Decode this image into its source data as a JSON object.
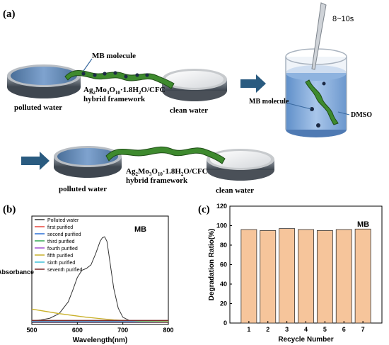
{
  "panel_a": {
    "label": "(a)",
    "mb_molecule_label": "MB molecule",
    "framework_line1_prefix": "Ag",
    "framework_line1_sub1": "2",
    "framework_line1_mid": "Mo",
    "framework_line1_sub2": "3",
    "framework_line1_o": "O",
    "framework_line1_sub3": "10",
    "framework_line1_dot": "·1.8H",
    "framework_line1_sub4": "2",
    "framework_line1_suffix": "O/CFC",
    "framework_line2": "hybrid framework",
    "polluted_water": "polluted water",
    "clean_water": "clean water",
    "time_label": "8~10s",
    "beaker_mb_label": "MB molecule",
    "dmso_label": "DMSO"
  },
  "panel_b": {
    "label": "(b)",
    "title": "MB",
    "chart_data": {
      "type": "line",
      "xlabel": "Wavelength(nm)",
      "ylabel": "Absorbance",
      "xlim": [
        500,
        800
      ],
      "xticks": [
        "500",
        "600",
        "700",
        "800"
      ],
      "ylim": [
        0,
        1.2
      ],
      "series": [
        {
          "name": "Polluted water",
          "color": "#333333",
          "x": [
            500,
            520,
            540,
            560,
            580,
            590,
            600,
            610,
            620,
            630,
            640,
            650,
            655,
            660,
            665,
            670,
            680,
            690,
            700,
            720,
            740,
            760,
            800
          ],
          "y": [
            0.04,
            0.05,
            0.07,
            0.12,
            0.25,
            0.38,
            0.52,
            0.6,
            0.62,
            0.66,
            0.78,
            0.92,
            0.96,
            0.97,
            0.92,
            0.75,
            0.4,
            0.18,
            0.08,
            0.03,
            0.02,
            0.02,
            0.02
          ]
        },
        {
          "name": "first purified",
          "color": "#e8453c",
          "x": [
            500,
            800
          ],
          "y": [
            0.02,
            0.02
          ]
        },
        {
          "name": "second purified",
          "color": "#2b6fd6",
          "x": [
            500,
            800
          ],
          "y": [
            0.025,
            0.025
          ]
        },
        {
          "name": "third purified",
          "color": "#32a852",
          "x": [
            500,
            800
          ],
          "y": [
            0.03,
            0.03
          ]
        },
        {
          "name": "fourth purified",
          "color": "#a34fd1",
          "x": [
            500,
            800
          ],
          "y": [
            0.035,
            0.035
          ]
        },
        {
          "name": "fifth purified",
          "color": "#c9b02a",
          "x": [
            500,
            560,
            620,
            680,
            740,
            800
          ],
          "y": [
            0.17,
            0.12,
            0.08,
            0.05,
            0.035,
            0.03
          ]
        },
        {
          "name": "sixth purified",
          "color": "#3ec0d8",
          "x": [
            500,
            800
          ],
          "y": [
            0.04,
            0.04
          ]
        },
        {
          "name": "seventh purified",
          "color": "#7a2a2a",
          "x": [
            500,
            800
          ],
          "y": [
            0.045,
            0.045
          ]
        }
      ]
    }
  },
  "panel_c": {
    "label": "(c)",
    "title": "MB",
    "chart_data": {
      "type": "bar",
      "xlabel": "Recycle Number",
      "ylabel": "Degradation Ratio(%)",
      "categories": [
        "1",
        "2",
        "3",
        "4",
        "5",
        "6",
        "7"
      ],
      "values": [
        96,
        95,
        97,
        96,
        95,
        96,
        96.5
      ],
      "ylim": [
        0,
        120
      ],
      "yticks": [
        "0",
        "20",
        "40",
        "60",
        "80",
        "100",
        "120"
      ],
      "bar_color": "#f6c59b"
    }
  }
}
